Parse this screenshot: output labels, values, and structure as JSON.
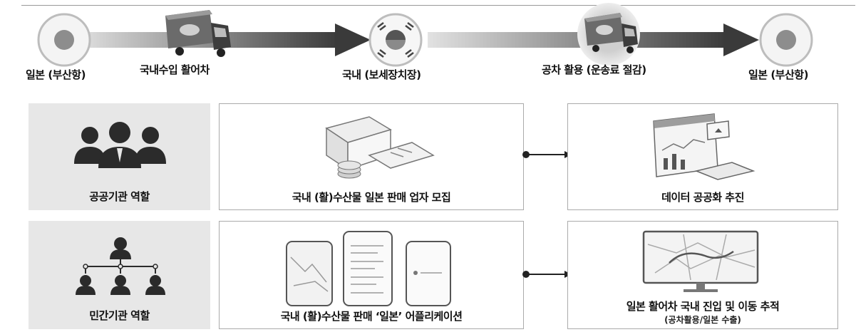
{
  "flow": {
    "nodes": [
      {
        "label": "일본 (부산항)",
        "icon": "circle-node-icon"
      },
      {
        "label": "국내 (보세장치장)",
        "icon": "korea-flag-icon"
      },
      {
        "label": "일본 (부산항)",
        "icon": "circle-node-icon"
      }
    ],
    "trucks": [
      {
        "label": "국내수입 활어차",
        "icon": "truck-icon"
      },
      {
        "label": "공차 활용 (운송료 절감)",
        "icon": "truck-icon"
      }
    ]
  },
  "roles": {
    "public": {
      "title": "공공기관 역할",
      "icon": "group-people-icon",
      "step1": {
        "label": "국내 (활)수산물 일본 판매 업자 모집",
        "icon": "folder-documents-icon"
      },
      "step2": {
        "label": "데이터 공공화 추진",
        "icon": "dashboard-monitor-icon"
      }
    },
    "private": {
      "title": "민간기관 역할",
      "icon": "organization-chart-icon",
      "step1": {
        "label": "국내  (활)수산물 판매 ‘일본’ 어플리케이션",
        "icon": "smartphones-icon"
      },
      "step2": {
        "label": "일본 활어차 국내 진입 및 이동 추적",
        "sublabel": "(공차활용/일본 수출)",
        "icon": "map-monitor-icon"
      }
    }
  },
  "colors": {
    "arrow_dark": "#3a3a3a",
    "arrow_light": "#d9d9d9",
    "box_border": "#aaaaaa",
    "role_bg": "#e7e7e7"
  }
}
